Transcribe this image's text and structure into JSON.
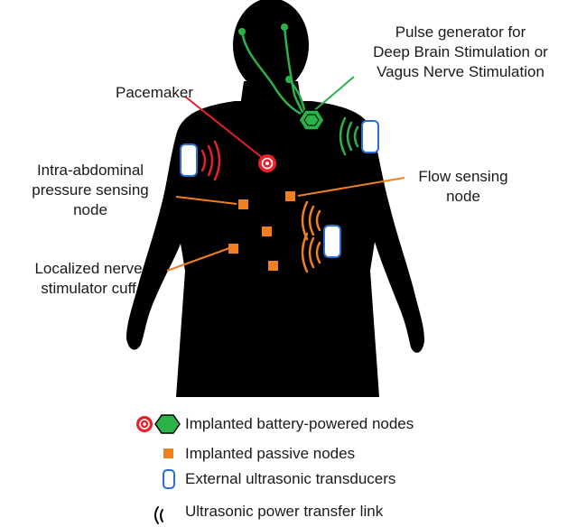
{
  "labels": {
    "pulse_generator": [
      "Pulse generator for",
      "Deep Brain Stimulation or",
      "Vagus Nerve Stimulation"
    ],
    "pacemaker": "Pacemaker",
    "intra_abdominal": [
      "Intra-abdominal",
      "pressure sensing",
      "node"
    ],
    "flow_sensing": [
      "Flow sensing",
      "node"
    ],
    "nerve_stimulator": [
      "Localized nerve",
      "stimulator cuff"
    ]
  },
  "legend": {
    "battery": "Implanted battery-powered nodes",
    "passive": "Implanted passive nodes",
    "transducer": "External ultrasonic transducers",
    "link": "Ultrasonic power transfer link"
  },
  "colors": {
    "body": "#000000",
    "battery_red": "#e8202a",
    "battery_green": "#2bb34a",
    "passive_orange": "#f07f22",
    "transducer_blue": "#2a6fd1",
    "leader_red": "#e8202a",
    "leader_green": "#2bb34a",
    "leader_orange": "#f07f22"
  }
}
